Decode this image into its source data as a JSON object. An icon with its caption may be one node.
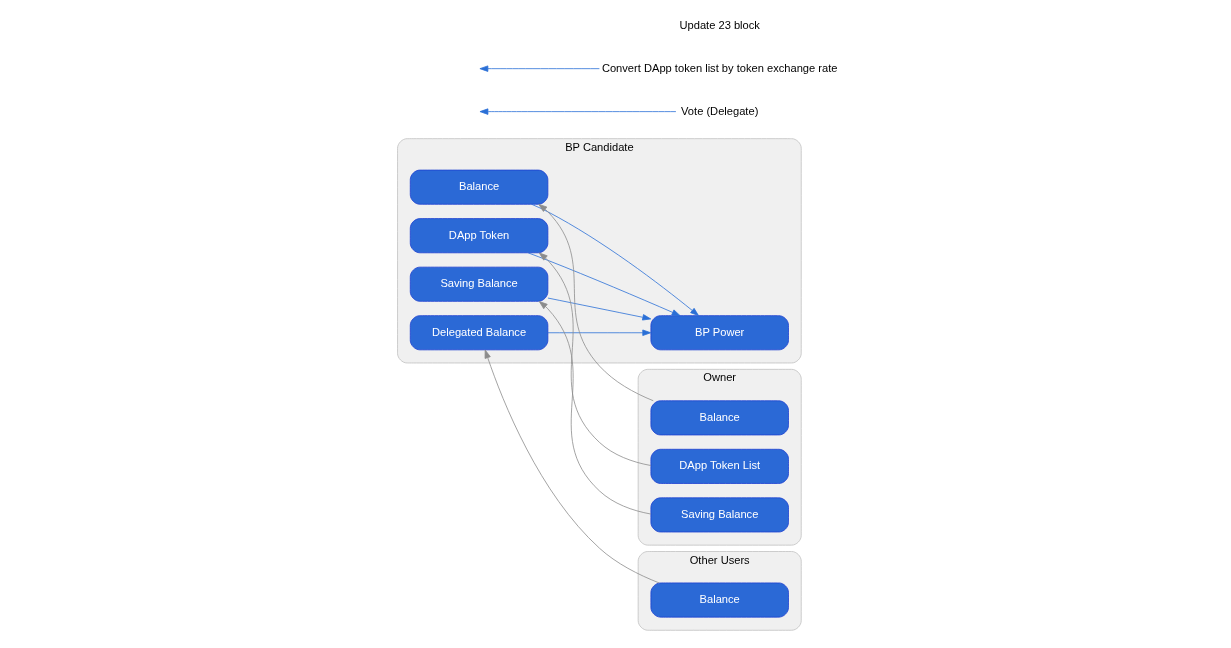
{
  "diagram": {
    "nodes": [
      {
        "text": [
          "BP Candidate"
        ]
      },
      {
        "text": [
          "BP Power"
        ],
        "in": 0
      },
      {
        "text": [
          "Balance"
        ],
        "in": 0
      },
      {
        "text": [
          "Saving Balance"
        ],
        "in": 0
      },
      {
        "text": [
          "Delegated Balance"
        ],
        "in": 0
      },
      {
        "text": [
          "DApp Token"
        ],
        "in": 0
      },
      {
        "text": [
          "Owner"
        ]
      },
      {
        "text": [
          "Balance"
        ],
        "in": 6
      },
      {
        "text": [
          "Saving Balance"
        ],
        "in": 6
      },
      {
        "text": [
          "DApp Token List"
        ],
        "in": 6
      },
      {
        "text": [
          "Other Users"
        ]
      },
      {
        "text": [
          "Balance"
        ],
        "in": 10
      },
      {
        "text": [
          "Vote (Delegate)"
        ]
      },
      {
        "text": [
          "Convert DApp token list by token exchange rate"
        ]
      }
    ],
    "edges": [
      {
        "from": 2,
        "to": 1,
        "arrow": "to"
      },
      {
        "from": 3,
        "to": 1,
        "arrow": "to"
      },
      {
        "from": 4,
        "to": 1,
        "arrow": "to"
      },
      {
        "from": 5,
        "to": 1,
        "arrow": "to"
      },
      {
        "from": 7,
        "to": 2,
        "arrow": "to",
        "color": "#8c8c8c"
      },
      {
        "from": 8,
        "to": 3,
        "arrow": "to",
        "color": "#8c8c8c"
      },
      {
        "from": 11,
        "to": 4,
        "arrow": "to",
        "color": "#8c8c8c"
      },
      {
        "from": 9,
        "to": 5,
        "arrow": "to",
        "color": "#8c8c8c"
      },
      {
        "from": 12,
        "to": null,
        "arrow": "to"
      },
      {
        "from": 13,
        "to": null,
        "arrow": "to"
      }
    ],
    "labels": [
      "Update 23 block"
    ]
  }
}
